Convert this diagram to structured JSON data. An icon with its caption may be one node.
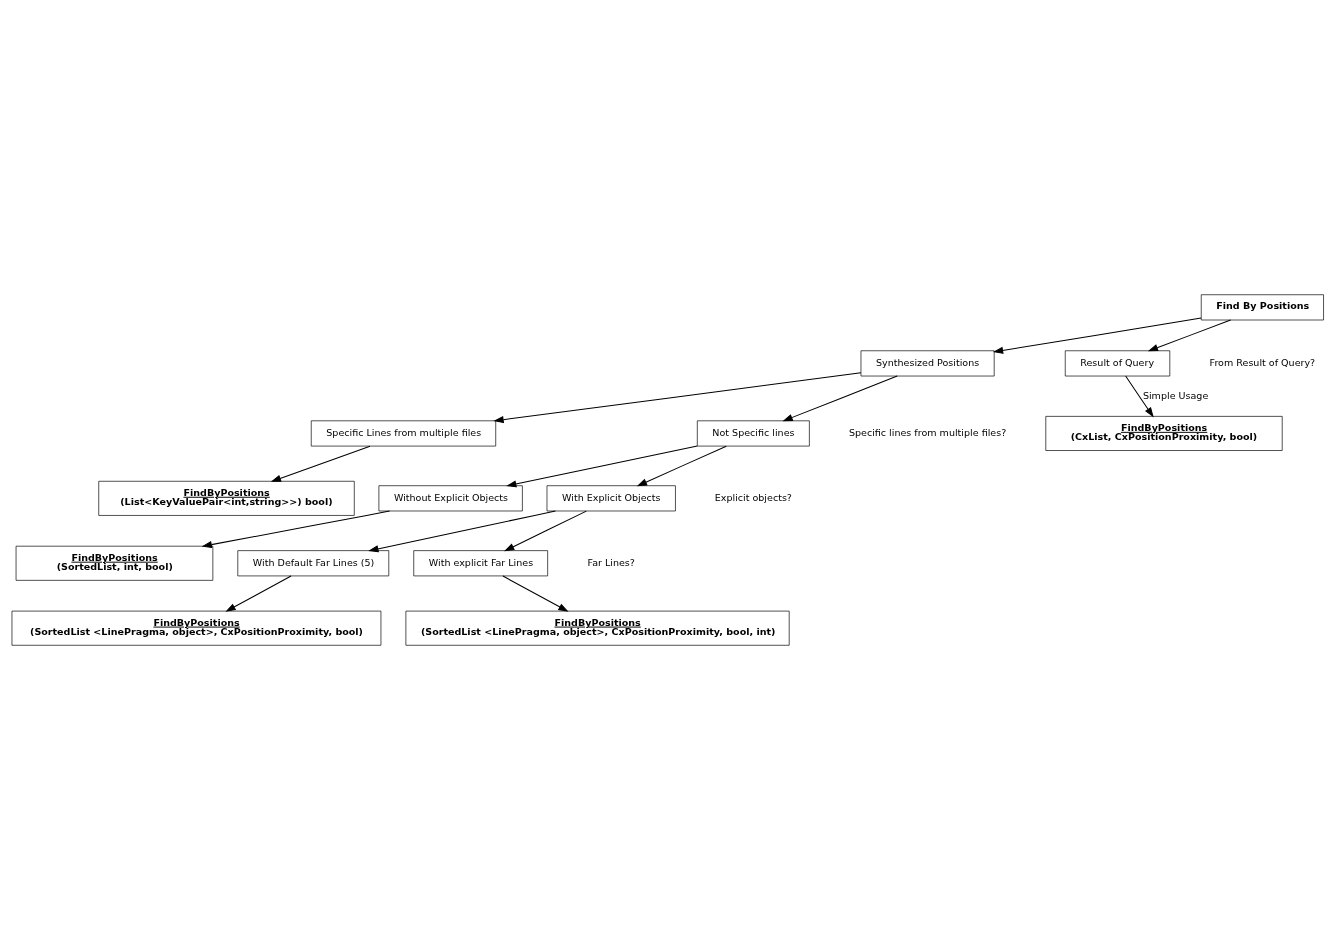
{
  "diagram": {
    "nodes": [
      {
        "text": [
          "Find By Positions"
        ]
      },
      {
        "text": [
          "Synthesized Positions"
        ]
      },
      {
        "text": [
          "Result of Query"
        ]
      },
      {
        "text": [
          "Specific Lines from multiple files"
        ]
      },
      {
        "text": [
          "Not Specific lines"
        ]
      },
      {
        "text": [
          "FindByPositions",
          "(CxList, CxPositionProximity, bool)"
        ]
      },
      {
        "text": [
          "FindByPositions",
          "(List<KeyValuePair<int,string>>) bool)"
        ]
      },
      {
        "text": [
          "Without Explicit Objects"
        ]
      },
      {
        "text": [
          "With Explicit Objects"
        ]
      },
      {
        "text": [
          "FindByPositions",
          "(SortedList, int, bool)"
        ]
      },
      {
        "text": [
          "With Default Far Lines (5)"
        ]
      },
      {
        "text": [
          "With explicit Far Lines"
        ]
      },
      {
        "text": [
          "FindByPositions",
          "(SortedList <LinePragma, object>, CxPositionProximity, bool)"
        ]
      },
      {
        "text": [
          "FindByPositions",
          "(SortedList <LinePragma, object>, CxPositionProximity, bool, int)"
        ]
      }
    ],
    "edges": [
      {
        "from": 0,
        "to": 1,
        "arrow": "to"
      },
      {
        "from": 0,
        "to": 2,
        "arrow": "to"
      },
      {
        "from": 1,
        "to": 3,
        "arrow": "to"
      },
      {
        "from": 1,
        "to": 4,
        "arrow": "to"
      },
      {
        "from": 2,
        "to": 5,
        "arrow": "to",
        "label": "Simple Usage"
      },
      {
        "from": 3,
        "to": 6,
        "arrow": "to"
      },
      {
        "from": 4,
        "to": 7,
        "arrow": "to"
      },
      {
        "from": 4,
        "to": 8,
        "arrow": "to"
      },
      {
        "from": 7,
        "to": 9,
        "arrow": "to"
      },
      {
        "from": 8,
        "to": 10,
        "arrow": "to"
      },
      {
        "from": 8,
        "to": 11,
        "arrow": "to"
      },
      {
        "from": 10,
        "to": 12,
        "arrow": "to"
      },
      {
        "from": 11,
        "to": 13,
        "arrow": "to"
      }
    ],
    "labels": [
      "From Result of Query?",
      "Specific lines from multiple files?",
      "Explicit objects?",
      "Far Lines?"
    ]
  }
}
